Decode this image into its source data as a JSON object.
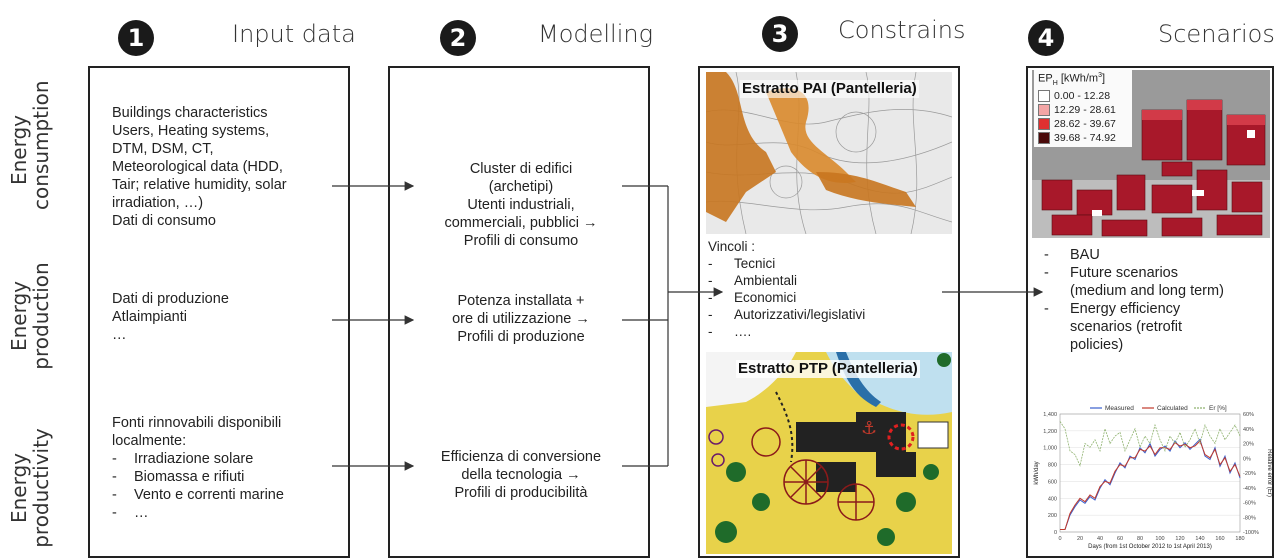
{
  "steps": [
    {
      "number": "1",
      "title": "Input data"
    },
    {
      "number": "2",
      "title": "Modelling"
    },
    {
      "number": "3",
      "title": "Constrains"
    },
    {
      "number": "4",
      "title": "Scenarios"
    }
  ],
  "rows": [
    {
      "line1": "Energy",
      "line2": "consumption"
    },
    {
      "line1": "Energy",
      "line2": "production"
    },
    {
      "line1": "Energy",
      "line2": "productivity"
    }
  ],
  "input": {
    "consumption": [
      "Buildings characteristics",
      "Users, Heating systems,",
      "DTM, DSM, CT,",
      "Meteorological data (HDD,",
      "Tair; relative humidity, solar",
      "irradiation, …)",
      "Dati di consumo"
    ],
    "production": [
      "Dati di produzione",
      "Atlaimpianti",
      "…"
    ],
    "productivity_intro": [
      "Fonti rinnovabili disponibili",
      "localmente:"
    ],
    "productivity_items": [
      "Irradiazione solare",
      "Biomassa e rifiuti",
      "Vento e correnti marine",
      "…"
    ],
    "bullet": "-"
  },
  "modelling": {
    "consumption": [
      "Cluster di edifici",
      "(archetipi)",
      "Utenti industriali,",
      "commerciali, pubblici →",
      "Profili di consumo"
    ],
    "production": [
      "Potenza installata +",
      "ore di utilizzazione →",
      "Profili di produzione"
    ],
    "productivity": [
      "Efficienza di conversione",
      "della tecnologia →",
      "Profili di producibilità"
    ]
  },
  "constraints": {
    "map1_title": "Estratto PAI (Pantelleria)",
    "map2_title": "Estratto PTP (Pantelleria)",
    "vincoli_title": "Vincoli :",
    "vincoli_items": [
      "Tecnici",
      "Ambientali",
      "Economici",
      "Autorizzativi/legislativi",
      "…."
    ],
    "bullet": "-"
  },
  "scenarios": {
    "legend_title": "EP",
    "legend_sub": "H",
    "legend_unit": "[kWh/m",
    "legend_sup": "3",
    "legend_close": "]",
    "legend_items": [
      {
        "label": "0.00 - 12.28",
        "color": "#ffffff"
      },
      {
        "label": "12.29 - 28.61",
        "color": "#f4a6a6"
      },
      {
        "label": "28.62 - 39.67",
        "color": "#e03030"
      },
      {
        "label": "39.68 - 74.92",
        "color": "#4a0a0a"
      }
    ],
    "list": [
      "BAU",
      "Future scenarios",
      "(medium and long term)",
      "Energy efficiency",
      "scenarios (retrofit",
      "policies)"
    ],
    "bullet": "-"
  },
  "chart_data": {
    "type": "line",
    "x": [
      0,
      5,
      10,
      15,
      20,
      25,
      30,
      35,
      40,
      45,
      50,
      55,
      60,
      65,
      70,
      75,
      80,
      85,
      90,
      95,
      100,
      105,
      110,
      115,
      120,
      125,
      130,
      135,
      140,
      145,
      150,
      155,
      160,
      165,
      170,
      175,
      180
    ],
    "series": [
      {
        "name": "Measured",
        "color": "#3a5fcd",
        "values": [
          30,
          30,
          200,
          300,
          380,
          340,
          420,
          380,
          520,
          620,
          560,
          700,
          820,
          760,
          900,
          860,
          1000,
          940,
          1050,
          900,
          980,
          1020,
          960,
          1080,
          1000,
          1060,
          980,
          1040,
          1100,
          900,
          860,
          1000,
          780,
          900,
          700,
          820,
          640
        ]
      },
      {
        "name": "Calculated",
        "color": "#c0392b",
        "values": [
          30,
          30,
          220,
          320,
          400,
          360,
          440,
          400,
          540,
          600,
          580,
          720,
          800,
          780,
          880,
          880,
          980,
          960,
          1020,
          920,
          1000,
          1000,
          980,
          1060,
          1020,
          1040,
          1000,
          1020,
          1080,
          920,
          880,
          980,
          800,
          880,
          720,
          800,
          660
        ]
      },
      {
        "name": "Er [%]",
        "color": "#8fb26f",
        "values": [
          50,
          40,
          10,
          5,
          -10,
          20,
          15,
          25,
          10,
          40,
          20,
          30,
          35,
          10,
          25,
          40,
          15,
          30,
          20,
          45,
          25,
          10,
          30,
          20,
          35,
          15,
          25,
          40,
          20,
          45,
          30,
          20,
          40,
          25,
          35,
          45,
          30
        ]
      }
    ],
    "xlabel": "Days (from 1st October 2012 to 1st April 2013)",
    "ylabel": "kWh/day",
    "y2label": "Relative error (Er)",
    "xlim": [
      0,
      180
    ],
    "ylim": [
      0,
      1400
    ],
    "y2lim": [
      -100,
      60
    ],
    "xticks": [
      "0",
      "20",
      "40",
      "60",
      "80",
      "100",
      "120",
      "140",
      "160",
      "180"
    ],
    "yticks": [
      "0",
      "200",
      "400",
      "600",
      "800",
      "1,000",
      "1,200",
      "1,400"
    ],
    "y2ticks": [
      "-100%",
      "-80%",
      "-60%",
      "-40%",
      "-20%",
      "0%",
      "20%",
      "40%",
      "60%"
    ],
    "legend": "top"
  }
}
